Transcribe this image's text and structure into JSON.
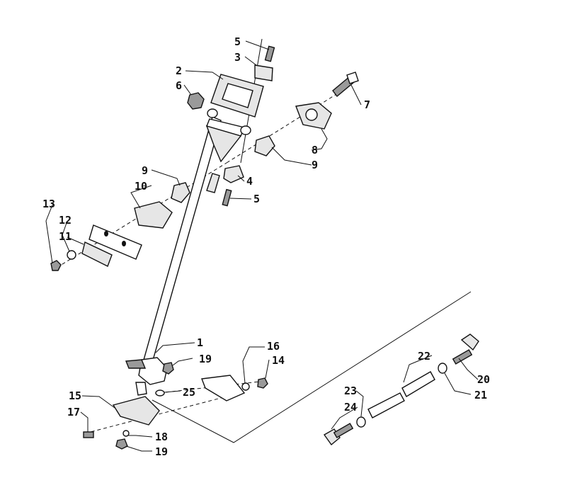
{
  "callouts": {
    "c1": "1",
    "c2": "2",
    "c3": "3",
    "c4": "4",
    "c5a": "5",
    "c5b": "5",
    "c6": "6",
    "c7": "7",
    "c8": "8",
    "c9a": "9",
    "c9b": "9",
    "c10": "10",
    "c11": "11",
    "c12": "12",
    "c13": "13",
    "c14": "14",
    "c15": "15",
    "c16": "16",
    "c17": "17",
    "c18": "18",
    "c19a": "19",
    "c19b": "19",
    "c20": "20",
    "c21": "21",
    "c22": "22",
    "c23": "23",
    "c24": "24",
    "c25": "25"
  }
}
